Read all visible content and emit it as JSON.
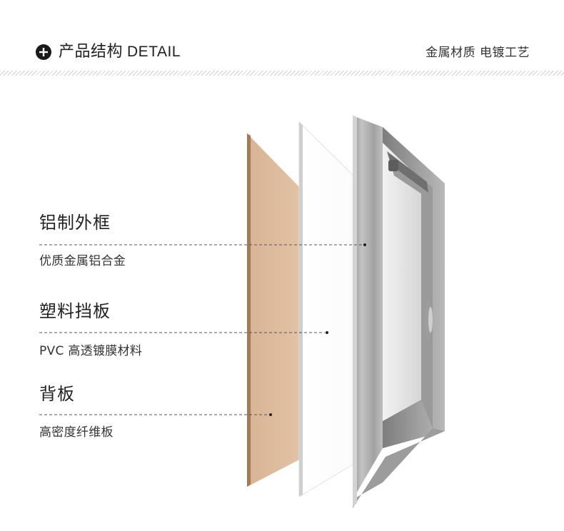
{
  "header": {
    "icon": "plus-circle-icon",
    "title_cn": "产品结构",
    "title_en": "DETAIL",
    "tagline": "金属材质  电镀工艺"
  },
  "layers": [
    {
      "name": "铝制外框",
      "description": "优质金属铝合金"
    },
    {
      "name": "塑料挡板",
      "description": "PVC 高透镀膜材料"
    },
    {
      "name": "背板",
      "description": "高密度纤维板"
    }
  ],
  "colors": {
    "frame": "#a8a8a8",
    "plastic_panel": "#ffffff",
    "back_panel": "#d8b595",
    "divider": "#555555"
  }
}
